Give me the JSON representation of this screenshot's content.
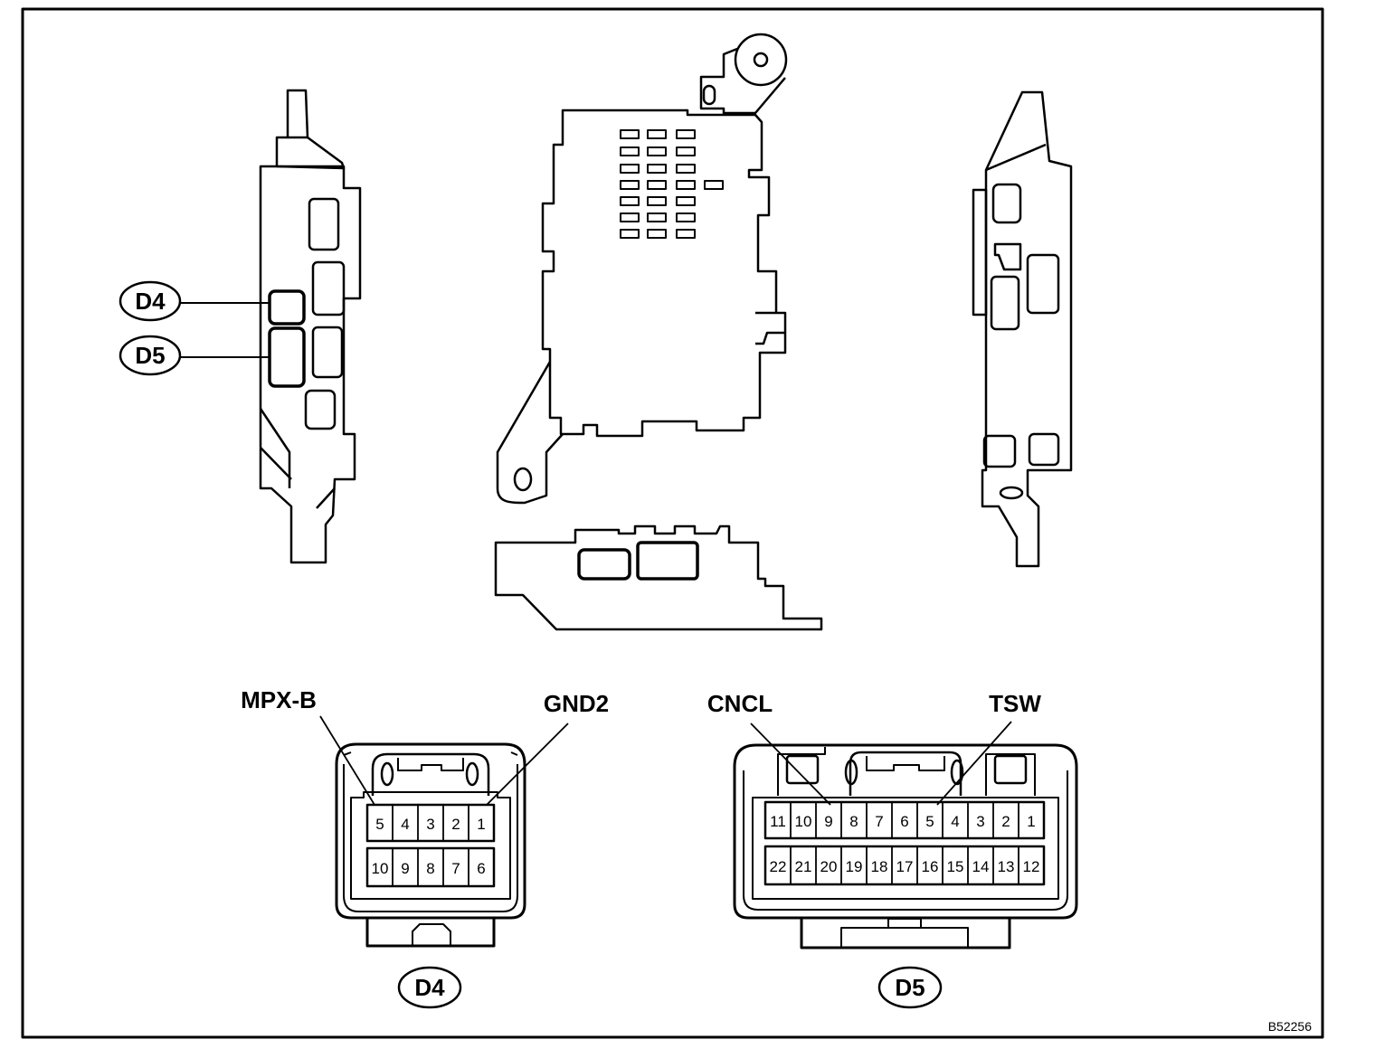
{
  "callouts": {
    "left_upper": "D4",
    "left_lower": "D5",
    "bottom_left": "D4",
    "bottom_right": "D5"
  },
  "d4": {
    "top_row": [
      "5",
      "4",
      "3",
      "2",
      "1"
    ],
    "bottom_row": [
      "10",
      "9",
      "8",
      "7",
      "6"
    ],
    "label_left": "MPX-B",
    "label_right": "GND2"
  },
  "d5": {
    "top_row": [
      "11",
      "10",
      "9",
      "8",
      "7",
      "6",
      "5",
      "4",
      "3",
      "2",
      "1"
    ],
    "bottom_row": [
      "22",
      "21",
      "20",
      "19",
      "18",
      "17",
      "16",
      "15",
      "14",
      "13",
      "12"
    ],
    "label_left": "CNCL",
    "label_right": "TSW"
  },
  "figure_code": "B52256"
}
